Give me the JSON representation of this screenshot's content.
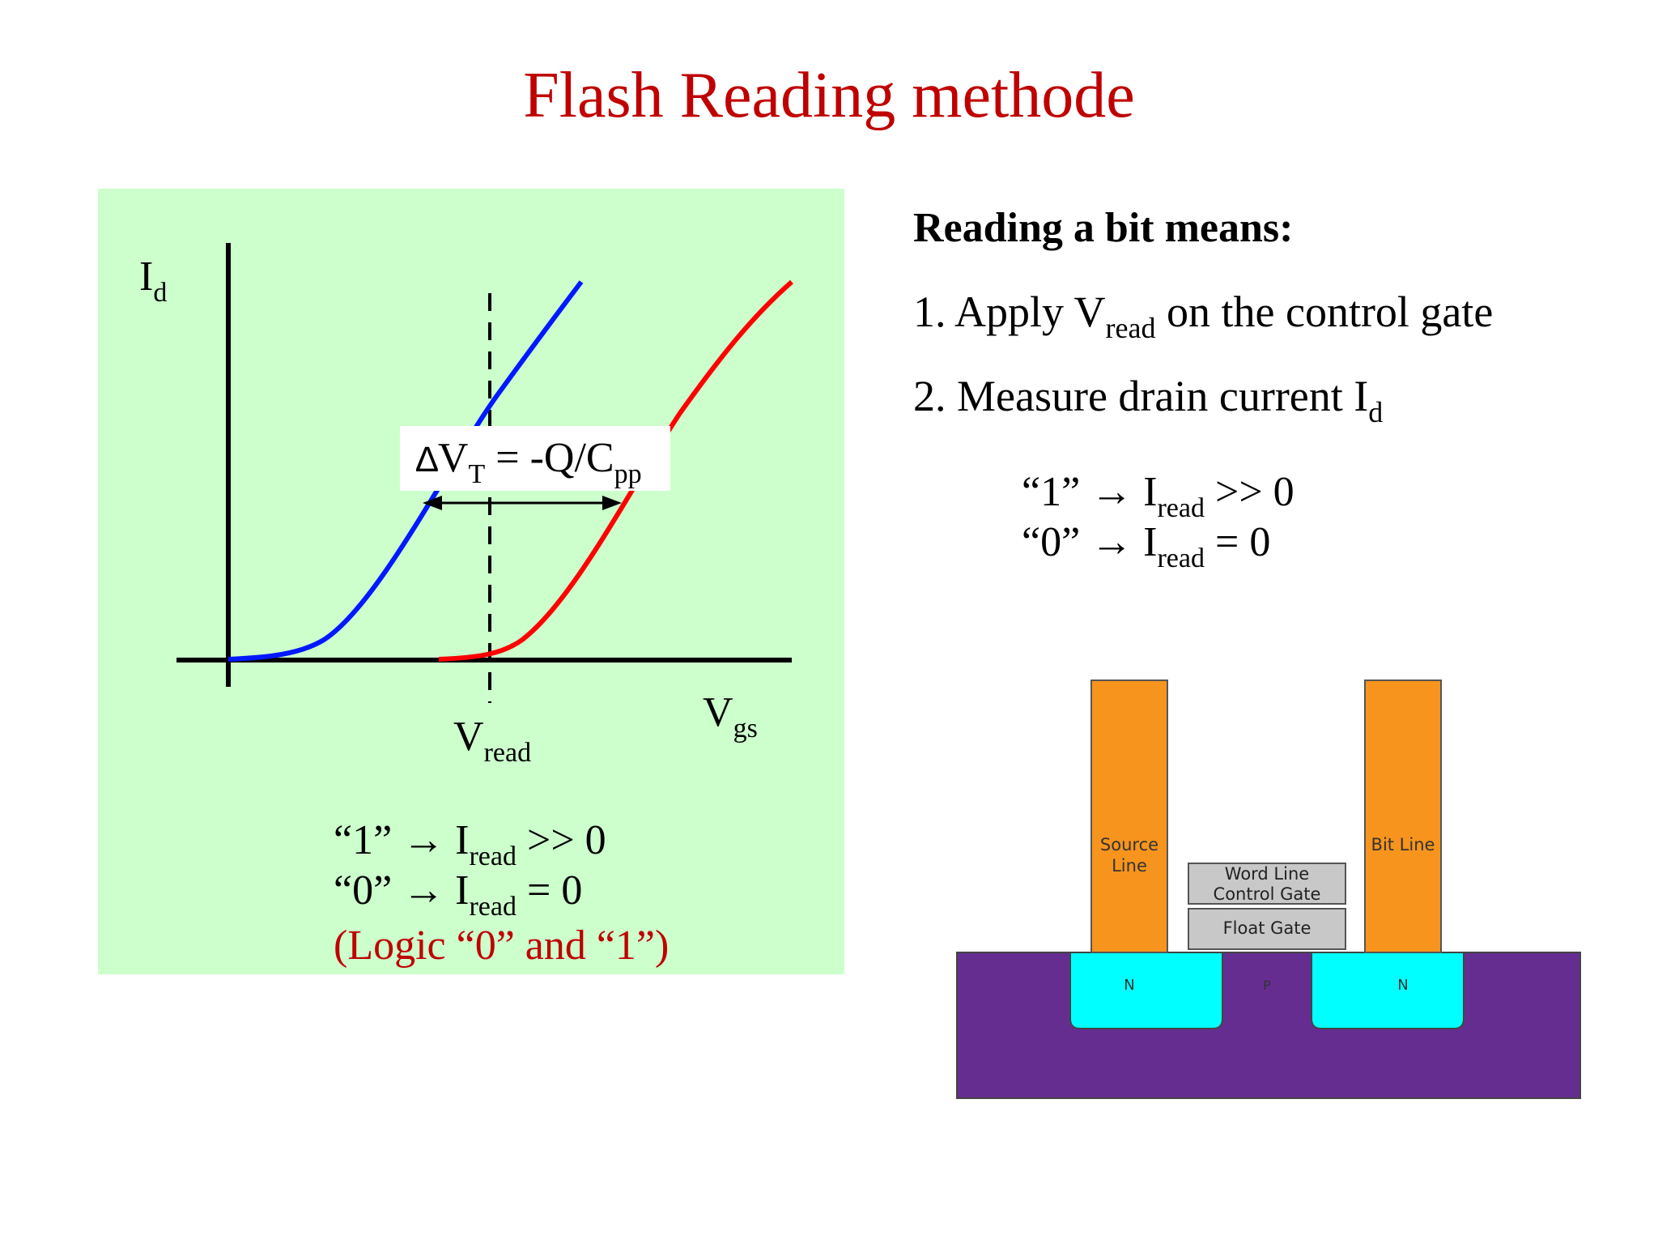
{
  "title": "Flash Reading methode",
  "graph": {
    "y_axis_label": "I",
    "y_axis_sub": "d",
    "x_axis_label": "V",
    "x_axis_sub": "gs",
    "vread_label": "V",
    "vread_sub": "read",
    "dv_delta": "∆",
    "dv_v": "V",
    "dv_v_sub": "T",
    "dv_mid": " = -Q/C",
    "dv_c_sub": "pp",
    "logic": [
      {
        "pre": "“1” → I",
        "sub": "read",
        "post": " >> 0"
      },
      {
        "pre": "“0” → I",
        "sub": "read",
        "post": " = 0"
      }
    ],
    "logic_caption": "(Logic “0” and “1”)",
    "colors": {
      "erased_curve": "#0018ff",
      "programmed_curve": "#ff0000",
      "panel": "#ccffcc"
    }
  },
  "right": {
    "heading": "Reading a bit means:",
    "step1_pre": "1. Apply V",
    "step1_sub": "read",
    "step1_post": " on the control gate",
    "step2_pre": "2. Measure drain current I",
    "step2_sub": "d",
    "logic": [
      {
        "pre": "“1” → I",
        "sub": "read",
        "post": " >> 0"
      },
      {
        "pre": "“0” → I",
        "sub": "read",
        "post": " = 0"
      }
    ]
  },
  "cell": {
    "source_line_1": "Source",
    "source_line_2": "Line",
    "bit_line": "Bit Line",
    "word_line_1": "Word Line",
    "word_line_2": "Control Gate",
    "float_gate": "Float Gate",
    "n_left": "N",
    "p": "P",
    "n_right": "N",
    "colors": {
      "pillar": "#f7941d",
      "substrate": "#662d91",
      "well": "#00ffff",
      "gate": "#c8c8c8"
    }
  }
}
